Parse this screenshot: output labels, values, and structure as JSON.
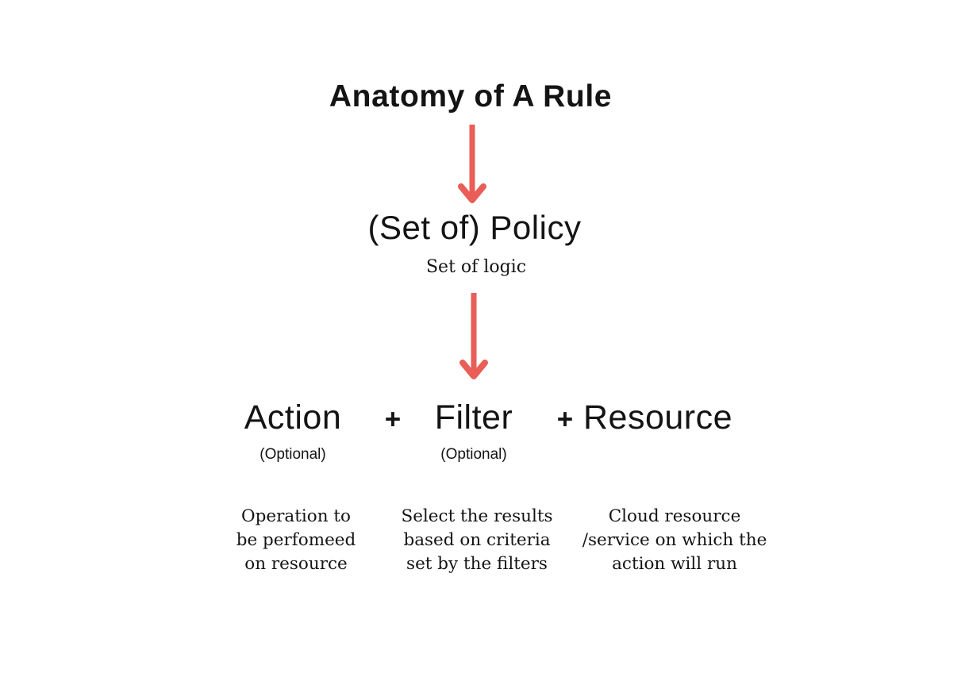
{
  "title": "Anatomy of A Rule",
  "colors": {
    "background": "#ffffff",
    "text": "#141414",
    "arrow": "#ea5e58"
  },
  "policy": {
    "label": "(Set of) Policy",
    "sublabel": "Set of logic"
  },
  "plus": "+",
  "components": [
    {
      "label": "Action",
      "optional": "(Optional)",
      "description": "Operation to\nbe perfomeed\non resource"
    },
    {
      "label": "Filter",
      "optional": "(Optional)",
      "description": "Select the results\nbased on criteria\nset by the filters"
    },
    {
      "label": "Resource",
      "description": "Cloud resource\n/service on which the\naction will run"
    }
  ],
  "icons": {
    "top_arrow": "arrow-down-icon",
    "middle_arrow": "arrow-down-icon"
  }
}
